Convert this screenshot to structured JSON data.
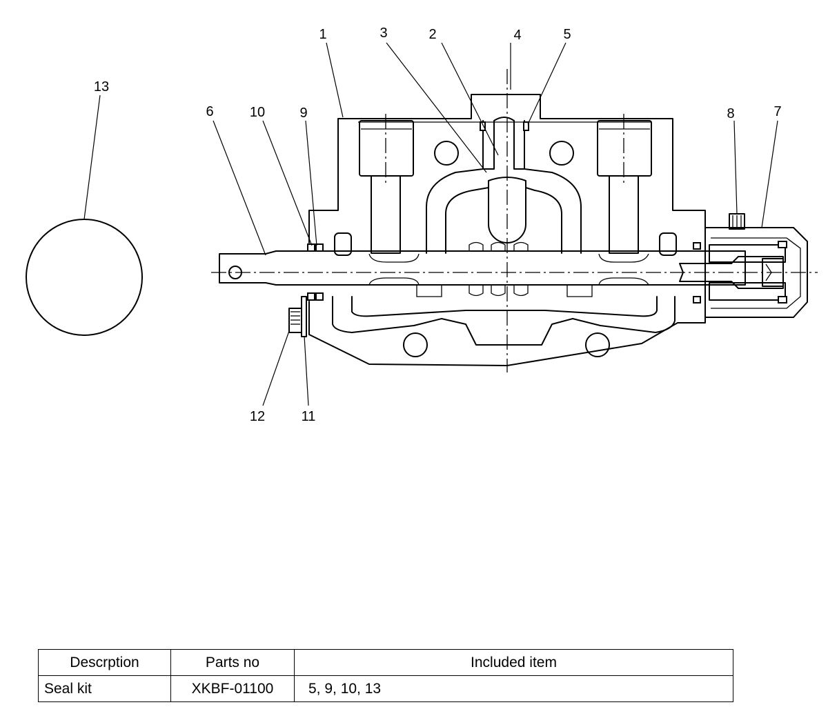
{
  "callouts": [
    "1",
    "2",
    "3",
    "4",
    "5",
    "6",
    "7",
    "8",
    "9",
    "10",
    "11",
    "12",
    "13"
  ],
  "table": {
    "headers": [
      "Descrption",
      "Parts no",
      "Included item"
    ],
    "rows": [
      [
        "Seal kit",
        "XKBF-01100",
        "5, 9, 10, 13"
      ]
    ]
  }
}
